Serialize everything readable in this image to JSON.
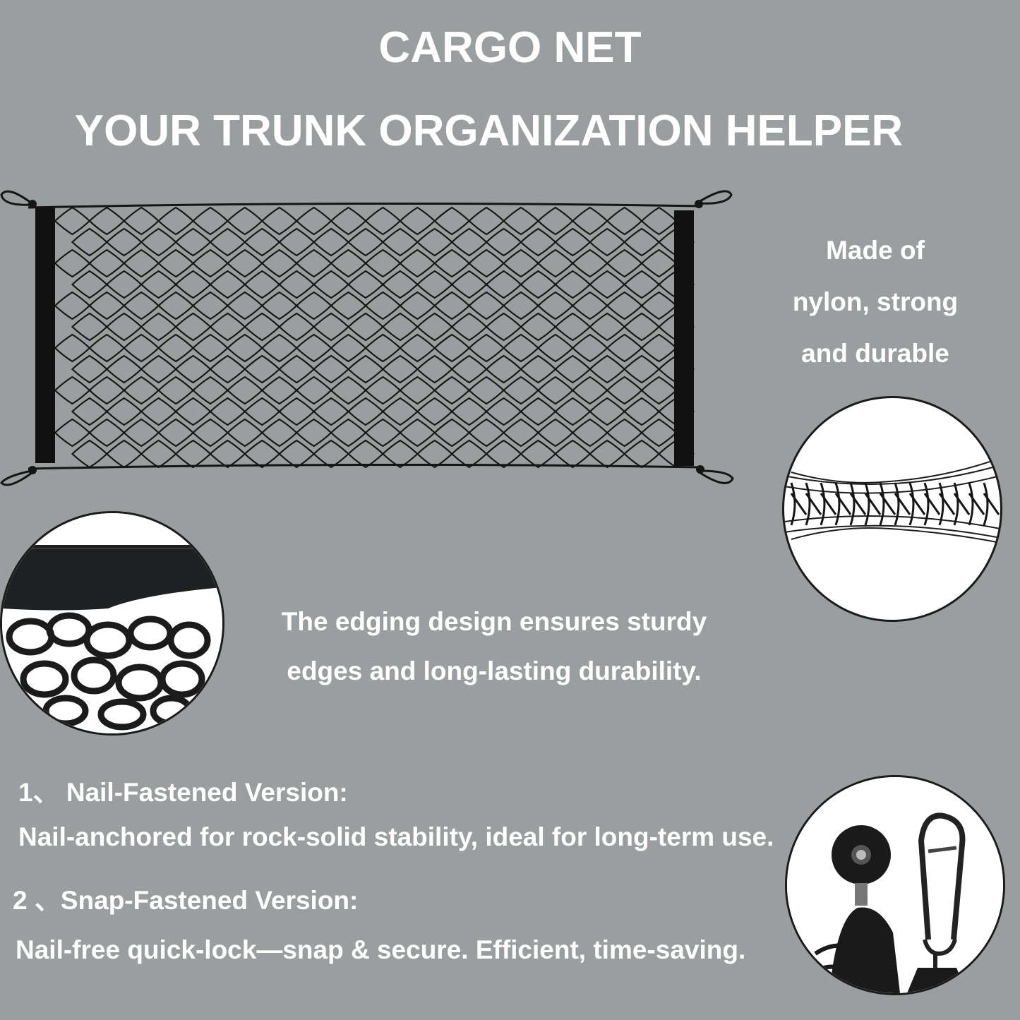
{
  "header": {
    "title": "CARGO NET",
    "subtitle": "YOUR TRUNK ORGANIZATION HELPER"
  },
  "material": {
    "line1": "Made of",
    "line2": "nylon, strong",
    "line3": "and durable"
  },
  "edging": {
    "line1": "The edging design ensures sturdy",
    "line2": "edges and long-lasting durability."
  },
  "versions": [
    {
      "heading": "1、 Nail-Fastened Version:",
      "description": "Nail-anchored for rock-solid stability, ideal for long-term use."
    },
    {
      "heading": "2 、Snap-Fastened Version:",
      "description": "Nail-free quick-lock—snap & secure. Efficient, time-saving."
    }
  ],
  "colors": {
    "background": "#9a9e9f",
    "text": "#ffffff",
    "net": "#151515",
    "circle_fill": "#ffffff"
  },
  "icons": {
    "product_image": "cargo-net-image",
    "detail_stretch": "net-stretch-closeup",
    "detail_edging": "edging-closeup",
    "detail_hook": "hook-carabiner-closeup"
  }
}
